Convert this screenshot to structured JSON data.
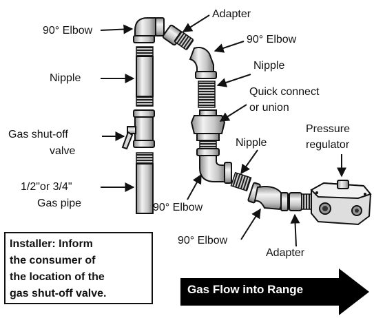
{
  "labels": {
    "elbow_top_left": "90° Elbow",
    "adapter_top": "Adapter",
    "elbow_top_right": "90° Elbow",
    "nipple_left": "Nipple",
    "nipple_right": "Nipple",
    "quick_connect_line1": "Quick connect",
    "quick_connect_line2": "or union",
    "shutoff_line1": "Gas shut-off",
    "shutoff_line2": "valve",
    "nipple_lower": "Nipple",
    "pressure_line1": "Pressure",
    "pressure_line2": "regulator",
    "gas_pipe_line1": "1/2\"or 3/4\"",
    "gas_pipe_line2": "Gas pipe",
    "elbow_lower_left": "90° Elbow",
    "elbow_bottom": "90° Elbow",
    "adapter_bottom": "Adapter"
  },
  "installer_note": {
    "line1": "Installer: Inform",
    "line2": "the consumer of",
    "line3": "the location of the",
    "line4": "gas shut-off valve."
  },
  "flow_arrow": {
    "text": "Gas Flow into Range"
  },
  "colors": {
    "ink": "#111111",
    "pipe_fill": "#d8d8d8",
    "pipe_shade": "#9a9a9a",
    "thread": "#222222",
    "arrow_fill": "#000000"
  }
}
